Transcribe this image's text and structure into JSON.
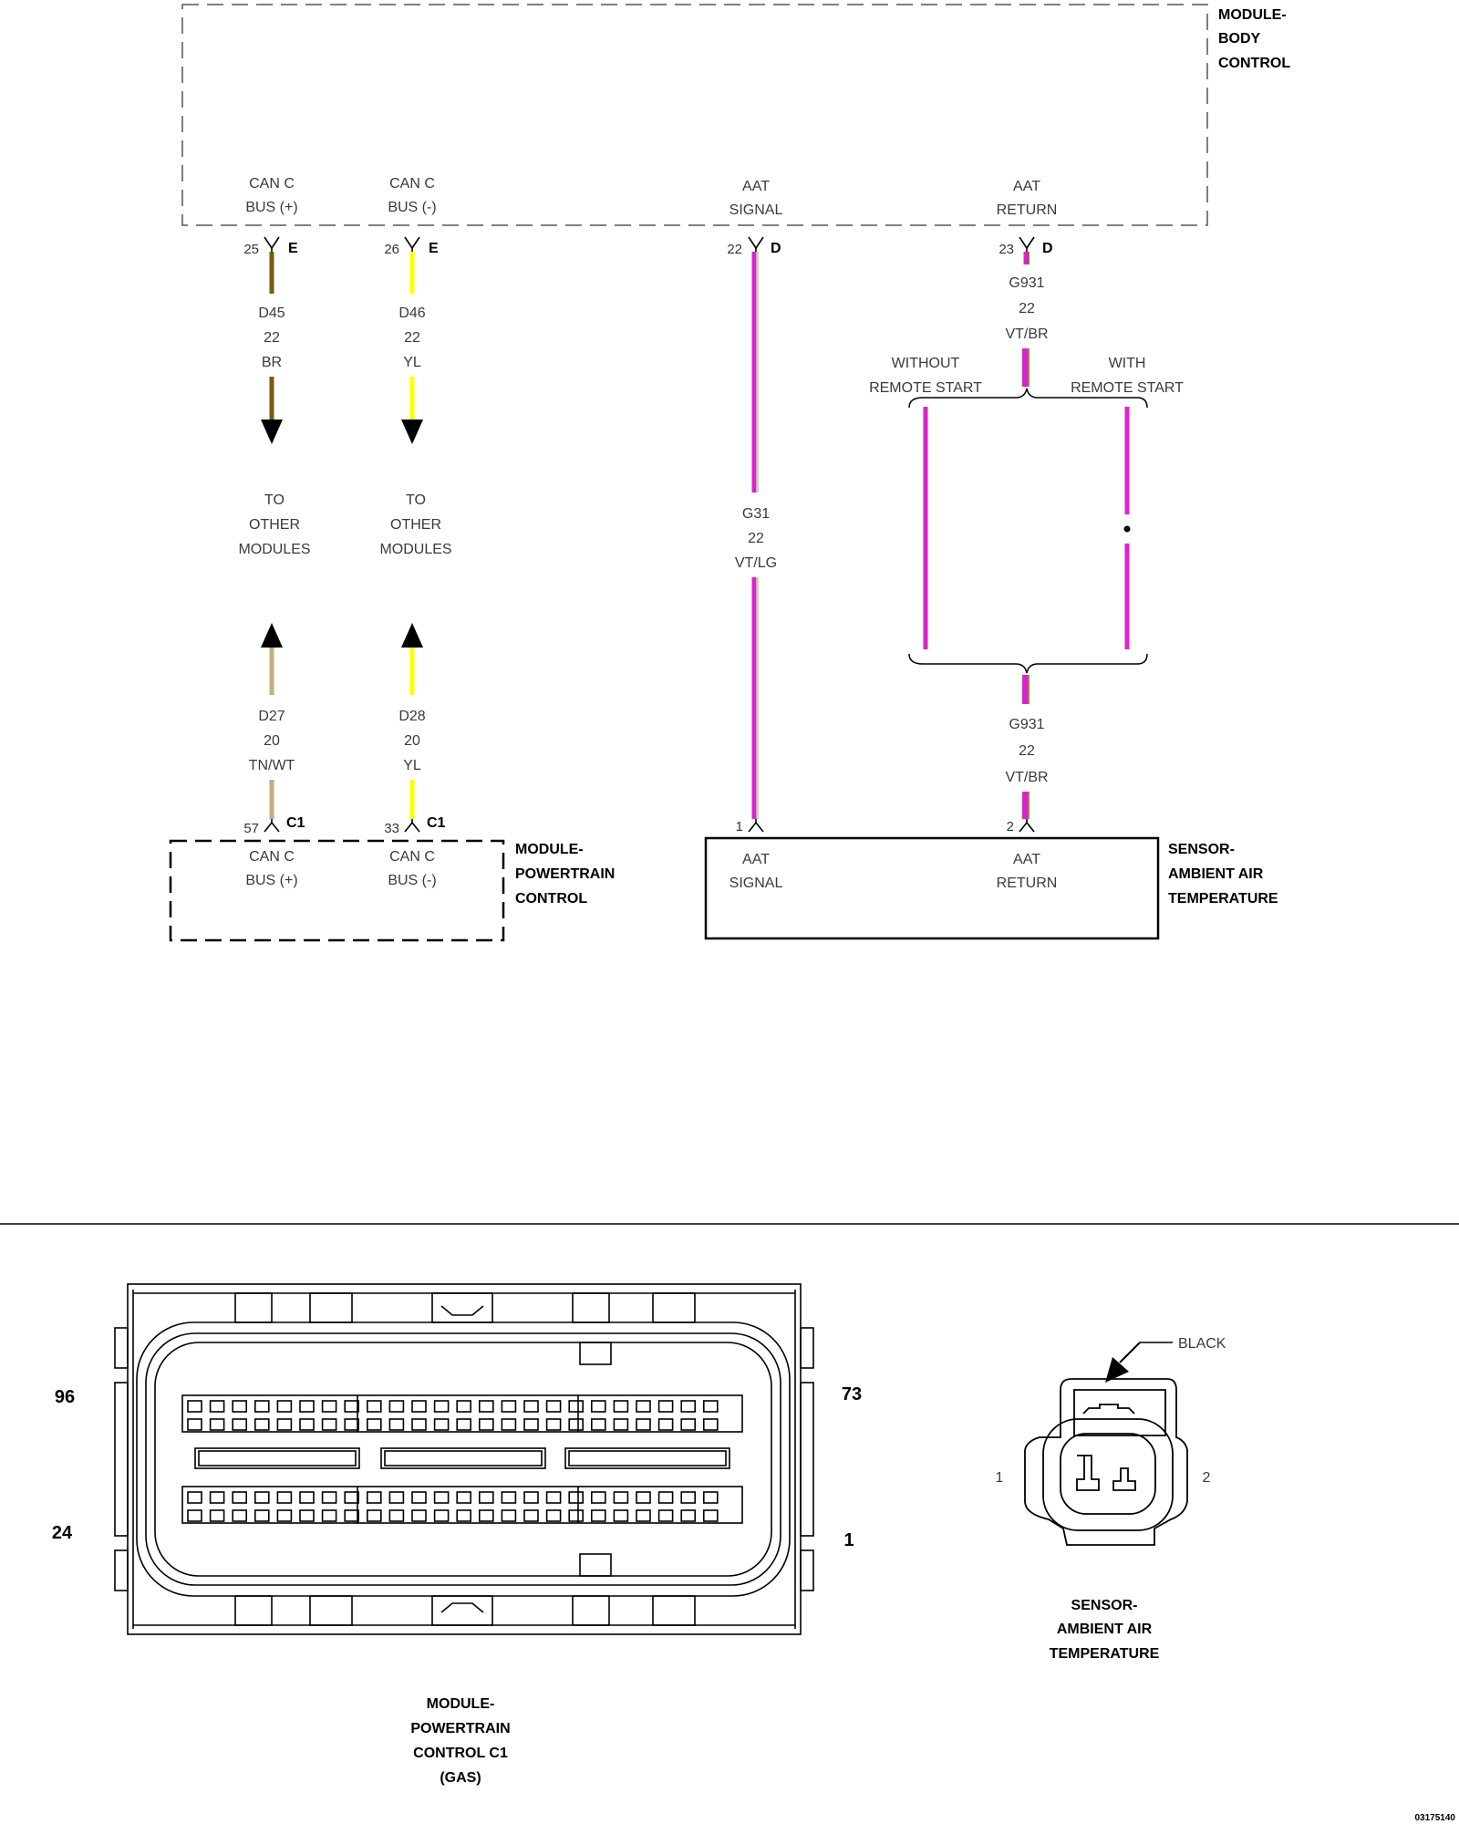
{
  "colors": {
    "brown": "#7a5a10",
    "yellow": "#ffff00",
    "violet": "#dd22cc",
    "light_green": "#a8e4a0",
    "tan": "#c2ad82",
    "white": "#ffffff"
  },
  "modules": {
    "bcm": [
      "MODULE-",
      "BODY",
      "CONTROL"
    ],
    "pcm": [
      "MODULE-",
      "POWERTRAIN",
      "CONTROL"
    ],
    "sensor": [
      "SENSOR-",
      "AMBIENT AIR",
      "TEMPERATURE"
    ]
  },
  "bcm_pins": {
    "can_pos": {
      "label": [
        "CAN C",
        "BUS (+)"
      ],
      "pin": "25",
      "conn": "E"
    },
    "can_neg": {
      "label": [
        "CAN C",
        "BUS (-)"
      ],
      "pin": "26",
      "conn": "E"
    },
    "aat_signal": {
      "label": [
        "AAT",
        "SIGNAL"
      ],
      "pin": "22",
      "conn": "D"
    },
    "aat_return": {
      "label": [
        "AAT",
        "RETURN"
      ],
      "pin": "23",
      "conn": "D"
    }
  },
  "wires": {
    "d45": [
      "D45",
      "22",
      "BR"
    ],
    "d46": [
      "D46",
      "22",
      "YL"
    ],
    "d27": [
      "D27",
      "20",
      "TN/WT"
    ],
    "d28": [
      "D28",
      "20",
      "YL"
    ],
    "g31": [
      "G31",
      "22",
      "VT/LG"
    ],
    "g931_top": [
      "G931",
      "22",
      "VT/BR"
    ],
    "g931_bottom": [
      "G931",
      "22",
      "VT/BR"
    ]
  },
  "to_other_modules": [
    "TO",
    "OTHER",
    "MODULES"
  ],
  "options": {
    "without": [
      "WITHOUT",
      "REMOTE START"
    ],
    "with": [
      "WITH",
      "REMOTE START"
    ]
  },
  "pcm_pins": {
    "can_pos": {
      "label": [
        "CAN C",
        "BUS (+)"
      ],
      "pin": "57",
      "conn": "C1"
    },
    "can_neg": {
      "label": [
        "CAN C",
        "BUS (-)"
      ],
      "pin": "33",
      "conn": "C1"
    }
  },
  "sensor_pins": {
    "signal": {
      "label": [
        "AAT",
        "SIGNAL"
      ],
      "pin": "1"
    },
    "return": {
      "label": [
        "AAT",
        "RETURN"
      ],
      "pin": "2"
    }
  },
  "pcm_connector_view": {
    "pin_labels": {
      "top_left": "96",
      "bottom_left": "24",
      "top_right": "73",
      "bottom_right": "1"
    },
    "caption": [
      "MODULE-",
      "POWERTRAIN",
      "CONTROL C1",
      "(GAS)"
    ]
  },
  "sensor_connector_view": {
    "color_label": "BLACK",
    "pin_labels": {
      "left": "1",
      "right": "2"
    },
    "caption": [
      "SENSOR-",
      "AMBIENT AIR",
      "TEMPERATURE"
    ]
  },
  "figure_id": "03175140"
}
